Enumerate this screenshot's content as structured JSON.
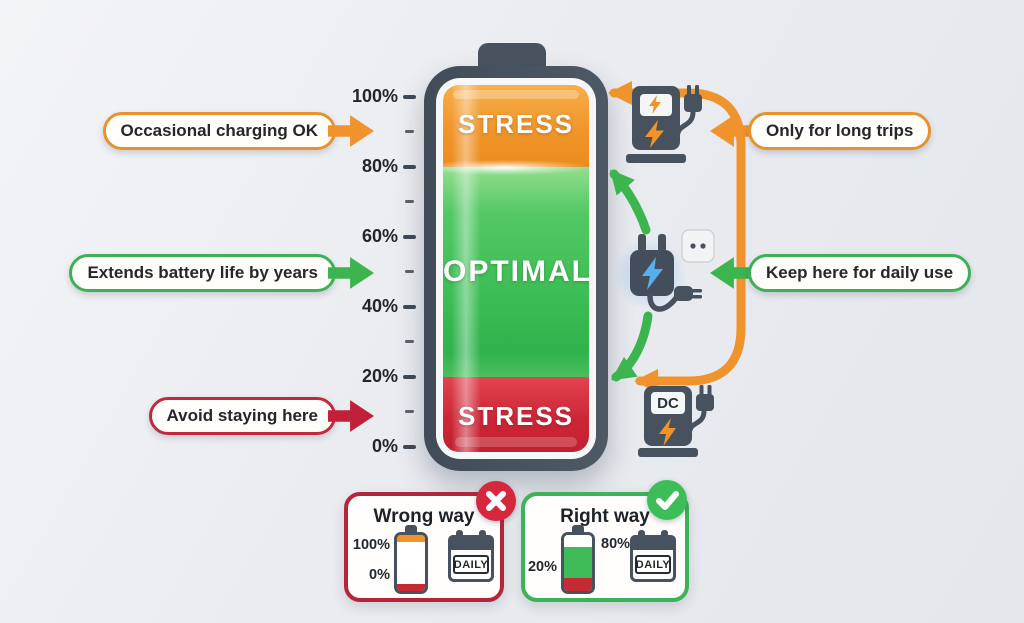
{
  "palette": {
    "slate": "#47525e",
    "orange": "#f0932c",
    "green": "#3cb54f",
    "red": "#c4293b",
    "blue": "#55b0ec",
    "background": "#eaecf0"
  },
  "axis": {
    "tick_labels": [
      "100%",
      "80%",
      "60%",
      "40%",
      "20%",
      "0%"
    ]
  },
  "battery": {
    "zones": [
      {
        "label": "STRESS",
        "range": "80-100%",
        "color": "#f0952b"
      },
      {
        "label": "OPTIMAL",
        "range": "20-80%",
        "color": "#3dbd55"
      },
      {
        "label": "STRESS",
        "range": "0-20%",
        "color": "#cd2737"
      }
    ]
  },
  "callouts": {
    "left": [
      {
        "label": "Occasional charging OK",
        "color": "#f0932c"
      },
      {
        "label": "Extends battery life by years",
        "color": "#3cb54f"
      },
      {
        "label": "Avoid staying here",
        "color": "#c4293b"
      }
    ],
    "right": [
      {
        "label": "Only for long trips",
        "color": "#f0932c"
      },
      {
        "label": "Keep here for daily use",
        "color": "#3cb54f"
      }
    ]
  },
  "icons": {
    "top": "ev-charging-station",
    "middle": "home-charger-and-wall-socket",
    "bottom": "dc-fast-charger",
    "dc_label": "DC"
  },
  "cards": {
    "wrong": {
      "title": "Wrong way",
      "battery_top": "100%",
      "battery_bottom": "0%",
      "calendar": "DAILY"
    },
    "right": {
      "title": "Right way",
      "battery_top": "80%",
      "battery_bottom": "20%",
      "calendar": "DAILY"
    }
  }
}
